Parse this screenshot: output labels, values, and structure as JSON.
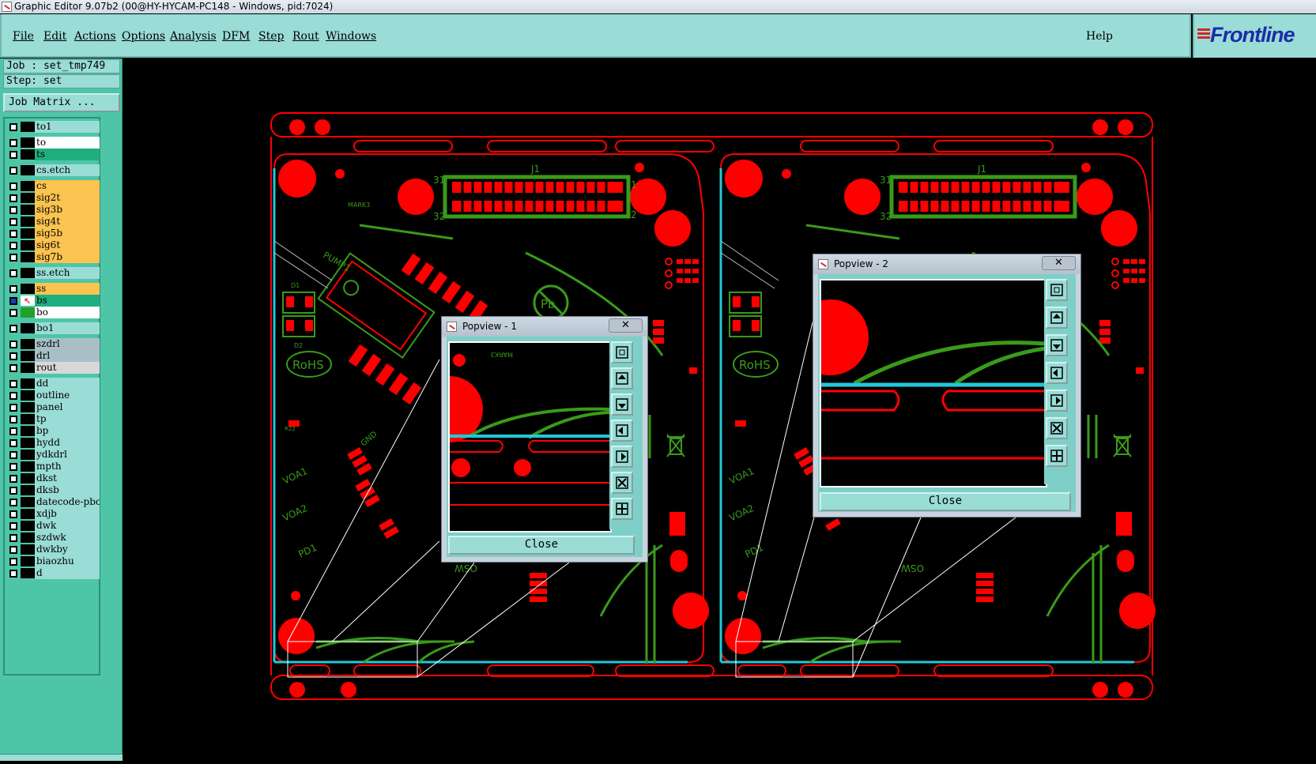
{
  "window": {
    "title": "Graphic Editor 9.07b2 (00@HY-HYCAM-PC148 - Windows, pid:7024)"
  },
  "menu": {
    "file": "File",
    "edit": "Edit",
    "actions": "Actions",
    "options": "Options",
    "analysis": "Analysis",
    "dfm": "DFM",
    "step": "Step",
    "rout": "Rout",
    "windows": "Windows",
    "help": "Help"
  },
  "brand": {
    "logo": "Frontline"
  },
  "job": {
    "job_line": "Job : set_tmp749",
    "step_line": "Step: set",
    "matrix_button": "Job Matrix ..."
  },
  "layers": [
    {
      "name": "to1",
      "bg": "#9adcd6",
      "swatch": "#000"
    },
    {
      "name": "to",
      "bg": "#ffffff",
      "swatch": "#000"
    },
    {
      "name": "ts",
      "bg": "#1fae7f",
      "swatch": "#000"
    },
    {
      "name": "cs.etch",
      "bg": "#9adcd6",
      "swatch": "#000"
    },
    {
      "name": "cs",
      "bg": "#fbc34f",
      "swatch": "#000"
    },
    {
      "name": "sig2t",
      "bg": "#fbc34f",
      "swatch": "#000"
    },
    {
      "name": "sig3b",
      "bg": "#fbc34f",
      "swatch": "#000"
    },
    {
      "name": "sig4t",
      "bg": "#fbc34f",
      "swatch": "#000"
    },
    {
      "name": "sig5b",
      "bg": "#fbc34f",
      "swatch": "#000"
    },
    {
      "name": "sig6t",
      "bg": "#fbc34f",
      "swatch": "#000"
    },
    {
      "name": "sig7b",
      "bg": "#fbc34f",
      "swatch": "#000"
    },
    {
      "name": "ss.etch",
      "bg": "#9adcd6",
      "swatch": "#000"
    },
    {
      "name": "ss",
      "bg": "#fbc34f",
      "swatch": "#000"
    },
    {
      "name": "bs",
      "bg": "#1fae7f",
      "swatch": "#e0203a"
    },
    {
      "name": "bo",
      "bg": "#ffffff",
      "swatch": "#21a02a"
    },
    {
      "name": "bo1",
      "bg": "#9adcd6",
      "swatch": "#000"
    },
    {
      "name": "szdrl",
      "bg": "#a8bfc8",
      "swatch": "#000"
    },
    {
      "name": "drl",
      "bg": "#a8bfc8",
      "swatch": "#000"
    },
    {
      "name": "rout",
      "bg": "#d8d8d8",
      "swatch": "#000"
    },
    {
      "name": "dd",
      "bg": "#9adcd6",
      "swatch": "#000"
    },
    {
      "name": "outline",
      "bg": "#9adcd6",
      "swatch": "#000"
    },
    {
      "name": "panel",
      "bg": "#9adcd6",
      "swatch": "#000"
    },
    {
      "name": "tp",
      "bg": "#9adcd6",
      "swatch": "#000"
    },
    {
      "name": "bp",
      "bg": "#9adcd6",
      "swatch": "#000"
    },
    {
      "name": "hydd",
      "bg": "#9adcd6",
      "swatch": "#000"
    },
    {
      "name": "ydkdrl",
      "bg": "#9adcd6",
      "swatch": "#000"
    },
    {
      "name": "mpth",
      "bg": "#9adcd6",
      "swatch": "#000"
    },
    {
      "name": "dkst",
      "bg": "#9adcd6",
      "swatch": "#000"
    },
    {
      "name": "dksb",
      "bg": "#9adcd6",
      "swatch": "#000"
    },
    {
      "name": "datecode-pbc",
      "bg": "#9adcd6",
      "swatch": "#000"
    },
    {
      "name": "xdjb",
      "bg": "#9adcd6",
      "swatch": "#000"
    },
    {
      "name": "dwk",
      "bg": "#9adcd6",
      "swatch": "#000"
    },
    {
      "name": "szdwk",
      "bg": "#9adcd6",
      "swatch": "#000"
    },
    {
      "name": "dwkby",
      "bg": "#9adcd6",
      "swatch": "#000"
    },
    {
      "name": "biaozhu",
      "bg": "#9adcd6",
      "swatch": "#000"
    },
    {
      "name": "d",
      "bg": "#9adcd6",
      "swatch": "#000"
    }
  ],
  "board_labels": {
    "connector": "J1",
    "pin_31": "31",
    "pin_32": "32",
    "pin_1": "1",
    "pin_2": "2",
    "rohs": "RoHS",
    "pb": "Pb",
    "voa1": "VOA1",
    "voa2": "VOA2",
    "pd1": "PD1",
    "osw": "OSW",
    "gnd": "GND",
    "pump1": "PUMP1",
    "d1": "D1",
    "d2": "D2",
    "r22": "R22",
    "mark3": "MARK3"
  },
  "popview1": {
    "title": "Popview - 1",
    "close_label": "Close",
    "label_text": "MARK3"
  },
  "popview2": {
    "title": "Popview - 2",
    "close_label": "Close"
  },
  "colors": {
    "pad_red": "#ff0000",
    "silk_green": "#3a9a1a",
    "outline_cyan": "#22c8d8",
    "panel_bg": "#9adcd6"
  }
}
